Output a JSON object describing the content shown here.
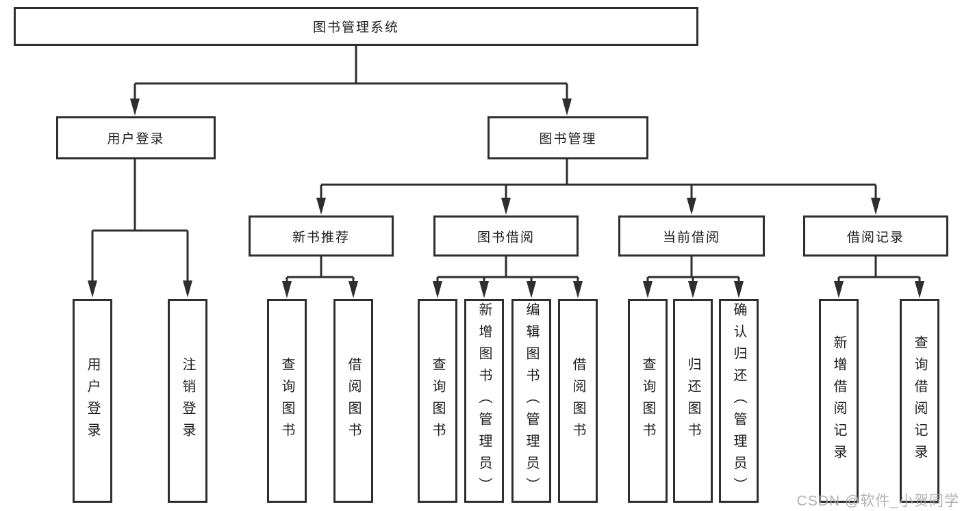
{
  "diagram_title": "图书管理系统",
  "nodes": {
    "root": "图书管理系统",
    "user_login": "用户登录",
    "book_mgmt": "图书管理",
    "new_book_rec": "新书推荐",
    "book_borrow": "图书借阅",
    "current_borrow": "当前借阅",
    "borrow_records": "借阅记录",
    "leaf_user_login": "用户登录",
    "leaf_logout": "注销登录",
    "leaf_nbr_query": "查询图书",
    "leaf_nbr_borrow": "借阅图书",
    "leaf_bb_query": "查询图书",
    "leaf_bb_add": "新增图书（管理员）",
    "leaf_bb_edit": "编辑图书（管理员）",
    "leaf_bb_borrow": "借阅图书",
    "leaf_cb_query": "查询图书",
    "leaf_cb_return": "归还图书",
    "leaf_cb_confirm": "确认归还（管理员）",
    "leaf_br_add": "新增借阅记录",
    "leaf_br_query": "查询借阅记录"
  },
  "hierarchy": {
    "图书管理系统": {
      "用户登录": [
        "用户登录",
        "注销登录"
      ],
      "图书管理": {
        "新书推荐": [
          "查询图书",
          "借阅图书"
        ],
        "图书借阅": [
          "查询图书",
          "新增图书（管理员）",
          "编辑图书（管理员）",
          "借阅图书"
        ],
        "当前借阅": [
          "查询图书",
          "归还图书",
          "确认归还（管理员）"
        ],
        "借阅记录": [
          "新增借阅记录",
          "查询借阅记录"
        ]
      }
    }
  },
  "colors": {
    "line": "#2e2e2e",
    "text": "#1d1d1d",
    "background": "#ffffff",
    "watermark": "#a8a8a8"
  },
  "watermark": "CSDN @软件_小贺同学"
}
